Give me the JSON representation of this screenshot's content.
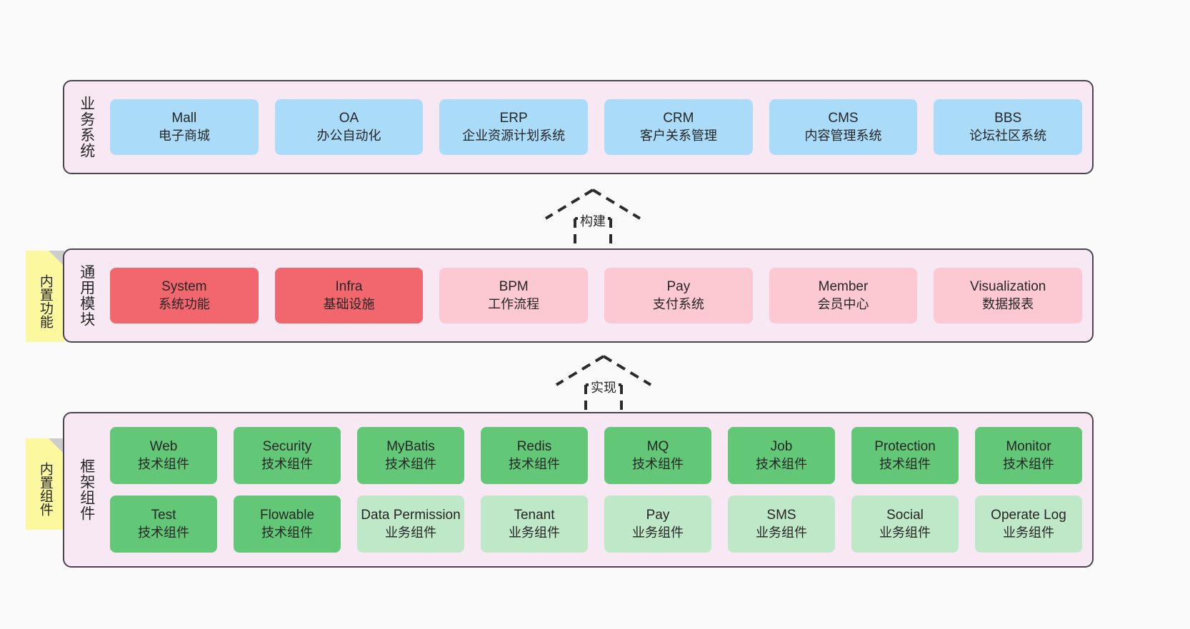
{
  "diagram": {
    "background_color": "#fafafa",
    "panel_color": "#f7e8f3",
    "panel_border_color": "#4a4450",
    "note_color": "#fbf8a0"
  },
  "layers": [
    {
      "id": "business-system",
      "title": "业务系统",
      "accent": "#aadcfa",
      "nodes": [
        {
          "name": "Mall",
          "sub": "电子商城"
        },
        {
          "name": "OA",
          "sub": "办公自动化"
        },
        {
          "name": "ERP",
          "sub": "企业资源计划系统"
        },
        {
          "name": "CRM",
          "sub": "客户关系管理"
        },
        {
          "name": "CMS",
          "sub": "内容管理系统"
        },
        {
          "name": "BBS",
          "sub": "论坛社区系统"
        }
      ]
    },
    {
      "id": "common-module",
      "title": "通用模块",
      "note": "内置功能",
      "accent": "#f2676e",
      "nodes": [
        {
          "name": "System",
          "sub": "系统功能",
          "style": "c-red"
        },
        {
          "name": "Infra",
          "sub": "基础设施",
          "style": "c-red"
        },
        {
          "name": "BPM",
          "sub": "工作流程",
          "style": "c-pink"
        },
        {
          "name": "Pay",
          "sub": "支付系统",
          "style": "c-pink"
        },
        {
          "name": "Member",
          "sub": "会员中心",
          "style": "c-pink"
        },
        {
          "name": "Visualization",
          "sub": "数据报表",
          "style": "c-pink"
        }
      ]
    },
    {
      "id": "framework-component",
      "title": "框架组件",
      "note": "内置组件",
      "accent": "#62c878",
      "nodes_row1": [
        {
          "name": "Web",
          "sub": "技术组件"
        },
        {
          "name": "Security",
          "sub": "技术组件"
        },
        {
          "name": "MyBatis",
          "sub": "技术组件"
        },
        {
          "name": "Redis",
          "sub": "技术组件"
        },
        {
          "name": "MQ",
          "sub": "技术组件"
        },
        {
          "name": "Job",
          "sub": "技术组件"
        },
        {
          "name": "Protection",
          "sub": "技术组件"
        },
        {
          "name": "Monitor",
          "sub": "技术组件"
        }
      ],
      "nodes_row2": [
        {
          "name": "Test",
          "sub": "技术组件",
          "style": "c-green"
        },
        {
          "name": "Flowable",
          "sub": "技术组件",
          "style": "c-green"
        },
        {
          "name": "Data Permission",
          "sub": "业务组件",
          "style": "c-lightgreen"
        },
        {
          "name": "Tenant",
          "sub": "业务组件",
          "style": "c-lightgreen"
        },
        {
          "name": "Pay",
          "sub": "业务组件",
          "style": "c-lightgreen"
        },
        {
          "name": "SMS",
          "sub": "业务组件",
          "style": "c-lightgreen"
        },
        {
          "name": "Social",
          "sub": "业务组件",
          "style": "c-lightgreen"
        },
        {
          "name": "Operate Log",
          "sub": "业务组件",
          "style": "c-lightgreen"
        }
      ]
    }
  ],
  "connectors": [
    {
      "id": "build",
      "label": "构建",
      "from": "common-module",
      "to": "business-system"
    },
    {
      "id": "implement",
      "label": "实现",
      "from": "framework-component",
      "to": "common-module"
    }
  ]
}
